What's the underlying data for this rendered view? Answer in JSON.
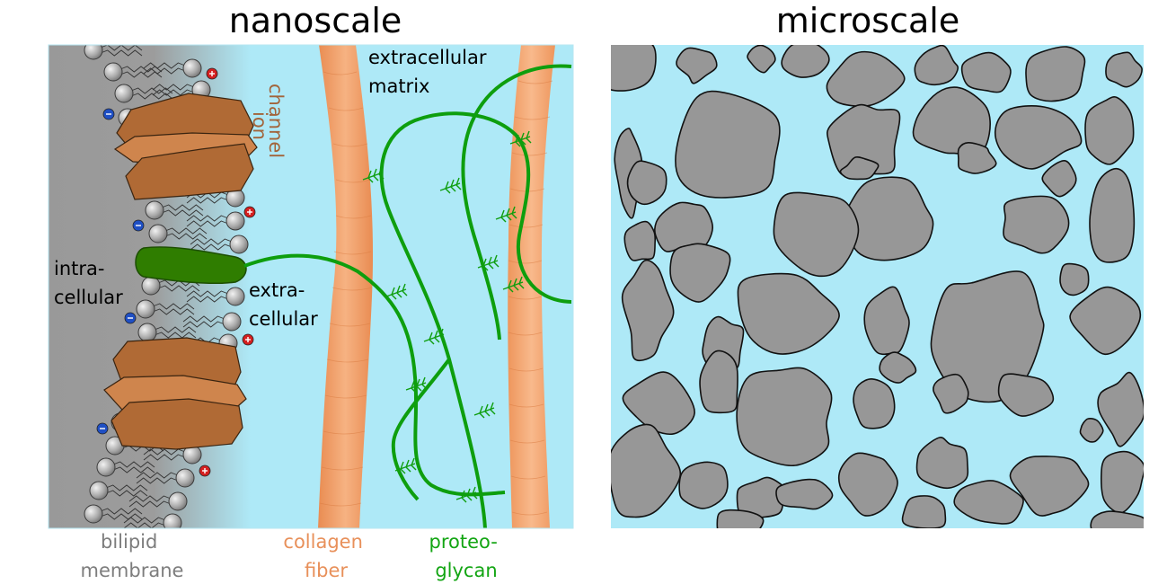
{
  "titles": {
    "left": "nanoscale",
    "right": "microscale"
  },
  "labels": {
    "ion_channel": [
      "ion",
      "channel"
    ],
    "extracellular_matrix": [
      "extracellular",
      "matrix"
    ],
    "intracellular": [
      "intra-",
      "cellular"
    ],
    "extracellular": [
      "extra-",
      "cellular"
    ],
    "bilipid_membrane": [
      "bilipid",
      "membrane"
    ],
    "collagen_fiber": [
      "collagen",
      "fiber"
    ],
    "proteoglycan": [
      "proteo-",
      "glycan"
    ]
  },
  "colors": {
    "fluid": "#aee9f7",
    "membrane": "#999999",
    "collagen": "#f0a06a",
    "collagen_light": "#f7b888",
    "ion_channel": "#b06a35",
    "ion_channel_light": "#cf854d",
    "proteoglycan": "#0e9e0e",
    "protein": "#2f7d00",
    "lipid_head": "#aaaaaa",
    "ion_negative": "#1f4fc4",
    "ion_positive": "#d42020",
    "cell": "#979797",
    "label_membrane": "#7d7d7d",
    "label_collagen": "#e8905a",
    "label_proteoglycan": "#13a513",
    "label_ion_channel": "#a2643a",
    "label_text": "#000000"
  },
  "icons": [
    "lipid-head-icon",
    "negative-ion-icon",
    "positive-ion-icon"
  ]
}
